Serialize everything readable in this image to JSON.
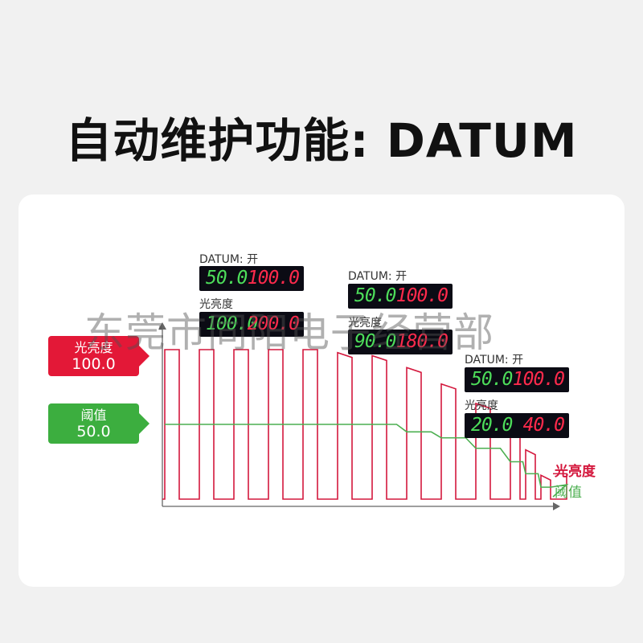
{
  "title": "自动维护功能: DATUM",
  "watermark": "东莞市同阳电子经营部",
  "tags": {
    "brightness": {
      "label": "光亮度",
      "value": "100.0",
      "color": "#e31837"
    },
    "threshold": {
      "label": "阈值",
      "value": "50.0",
      "color": "#3cae3f"
    }
  },
  "displays": [
    {
      "datum_label": "DATUM: 开",
      "datum_green": "50.0",
      "datum_red": "100.0",
      "bright_label": "光亮度",
      "bright_green": "100.0",
      "bright_red": "200.0"
    },
    {
      "datum_label": "DATUM: 开",
      "datum_green": "50.0",
      "datum_red": "100.0",
      "bright_label": "光亮度",
      "bright_green": "90.0",
      "bright_red": "180.0"
    },
    {
      "datum_label": "DATUM: 开",
      "datum_green": "50.0",
      "datum_red": "100.0",
      "bright_label": "光亮度",
      "bright_green": "20.0",
      "bright_red": "40.0"
    }
  ],
  "legend": {
    "brightness": "光亮度",
    "threshold": "阈值"
  },
  "colors": {
    "brightness": "#d4183d",
    "threshold": "#4caf50",
    "axis": "#666666"
  },
  "chart_data": {
    "type": "line",
    "title": "",
    "xlabel": "",
    "ylabel": "",
    "series": [
      {
        "name": "光亮度",
        "pulse_peaks": [
          100,
          100,
          100,
          100,
          100,
          98,
          96,
          88,
          77,
          64,
          50,
          33,
          16
        ],
        "baseline_after": 17
      },
      {
        "name": "阈值",
        "levels": [
          50,
          50,
          50,
          50,
          50,
          50,
          50,
          45,
          41,
          34,
          25,
          17,
          8
        ],
        "level_after": 8
      }
    ],
    "ylim": [
      0,
      100
    ]
  }
}
